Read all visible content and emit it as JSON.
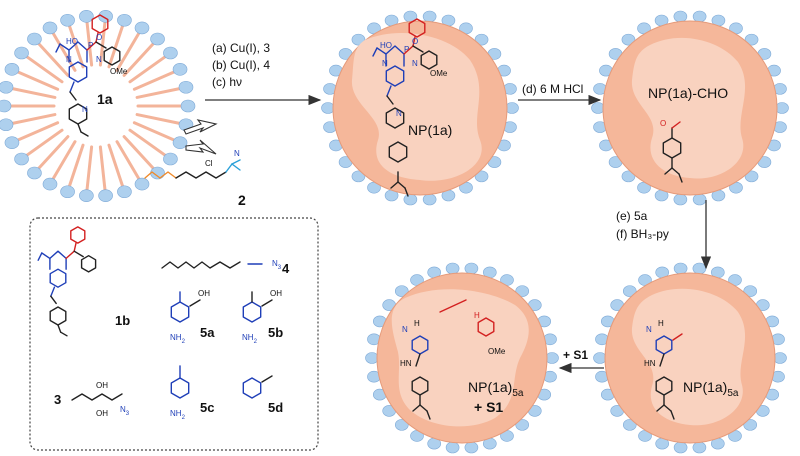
{
  "colors": {
    "particle_fill": "#f5b79a",
    "particle_core": "#f9d2bf",
    "bead": "#aed0ee",
    "bead_edge": "#7ea9d6",
    "blue": "#1f3fb8",
    "red": "#d32020",
    "orange": "#f08a2a",
    "cyan": "#2aa0d8",
    "arrow": "#333333"
  },
  "text": {
    "p": "P",
    "o": "O",
    "ho": "HO",
    "n": "N",
    "h": "H",
    "ome": "OMe",
    "o_h": "O",
    "nh": "H",
    "n_plus": "N",
    "plus": "+",
    "cl": "Cl",
    "minus": "−",
    "one_a": "1a",
    "one_b": "1b",
    "two": "2",
    "three": "3",
    "four": "4",
    "oh": "OH",
    "n3": "N",
    "three_sub": "3",
    "five_a": "5a",
    "five_b": "5b",
    "five_c": "5c",
    "five_d": "5d",
    "nh2": "NH",
    "two_sub": "2",
    "hn": "HN",
    "cooh": "OH",
    "np_1a": "NP(1a)",
    "np_1a_cho": "NP(1a)-CHO",
    "np_1a_5a": "NP(1a)",
    "np_sub_5a": "5a",
    "plus_s1": "+ S1",
    "s1": "+ S1"
  },
  "steps": {
    "a": "(a) Cu(I), 3",
    "b": "(b) Cu(I), 4",
    "c": "(c) hν",
    "d": "(d) 6 M HCl",
    "e": "(e) 5a",
    "f": "(f) BH₃-py"
  }
}
